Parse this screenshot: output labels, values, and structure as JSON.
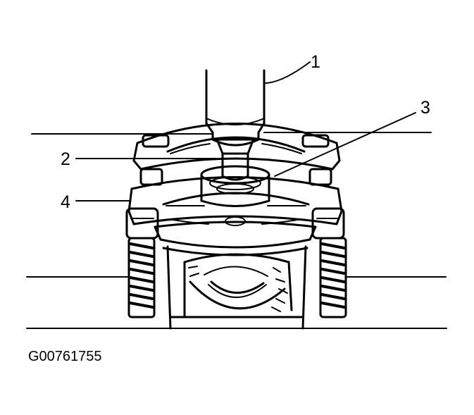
{
  "figure": {
    "code": "G00761755",
    "colors": {
      "ink": "#000000",
      "paper": "#ffffff"
    }
  },
  "callouts": [
    {
      "number": "1"
    },
    {
      "number": "2"
    },
    {
      "number": "3"
    },
    {
      "number": "4"
    }
  ]
}
